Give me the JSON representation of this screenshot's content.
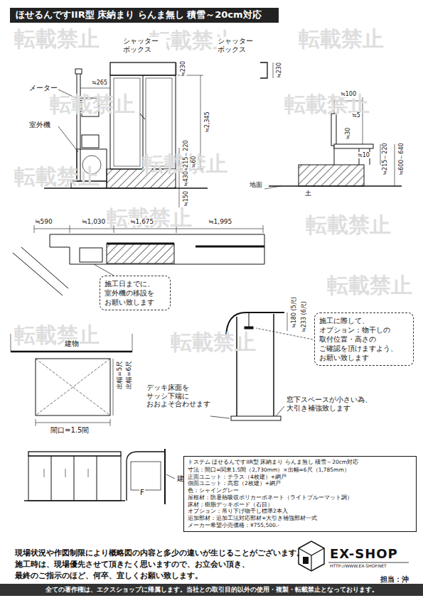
{
  "diagram": {
    "title": "ほせるんですIIR型 床納まり らんま無し 積雪～20cm対応",
    "nodes": [
      {
        "text": [
          "施工日までに、 室外機の移設を お願い致します"
        ]
      },
      {
        "text": [
          "施工に際して、 オプション：物干しの 取付位置・高さの ご確認を頂けますよう、 お願い致します"
        ]
      },
      {
        "text": [
          "トステム ほせるんですIIR型 床納まり らんま無し 積雪～20cm対応",
          "寸法：間口=関東1.5間（2,730mm）×出幅=6尺（1,785mm）",
          "正面ユニット：テラス（4枚建）+網戸",
          "側面ユニット：高窓（2枚建）+網戸",
          "色：シャイングレー",
          "屋根材：防暑熱吸収ポリカーボネート（ライトブルーマット調）",
          "床材：樹脂デッキボード（石目）",
          "オプション：吊り下げ物干し標準2本入",
          "追加部材：追加工法対応部材+大引き補強部材一式",
          "メーカー希望小売価格：¥755,500.-"
        ]
      },
      {
        "text": [
          "全ての著作権は、エクスショップに帰属します。当社との取引目的以外の使用・複製・転載禁止となっております。"
        ]
      }
    ],
    "labels": [
      "シャッター ボックス",
      "シャッター ボックス",
      "≒230",
      "≒230",
      "≒265",
      "メーター",
      "室外機",
      "≒2,345",
      "≒215～220",
      "≒60",
      "≒430",
      "≒150",
      "≒100",
      "≒5",
      "≒30",
      "≒10",
      "≒215～220",
      "≒600～640",
      "地面",
      "土",
      "≒590",
      "≒1,030",
      "≒1,675",
      "≒1,995",
      "≒180 (5尺)",
      "≒233 (6尺)",
      "建物",
      "出幅=5尺",
      "出幅=6尺",
      "間口=1.5間",
      "デッキ床面を サッシ下端に おおよそ合わせます",
      "窓下スペースが小さい為、 大引き補強致します",
      "建物",
      "F",
      "現場状況や作図制限により概略図の内容と多少の違いが生じることがございます。 施工時は、現場優先させて頂きたく思いますので、お立会い頂き、 最終のご指示のほど、何卒、宜しくお願い致します。",
      "EX-SHOP",
      "HTTP://WWW.EX-SHOP.NET",
      "担当：沖",
      "転載禁止",
      "転載禁止",
      "転載禁止",
      "転載禁止",
      "転載禁止",
      "転載禁止",
      "転載禁止",
      "転載禁止",
      "転載禁止",
      "転載禁止",
      "転載禁止",
      "転載禁止"
    ]
  }
}
